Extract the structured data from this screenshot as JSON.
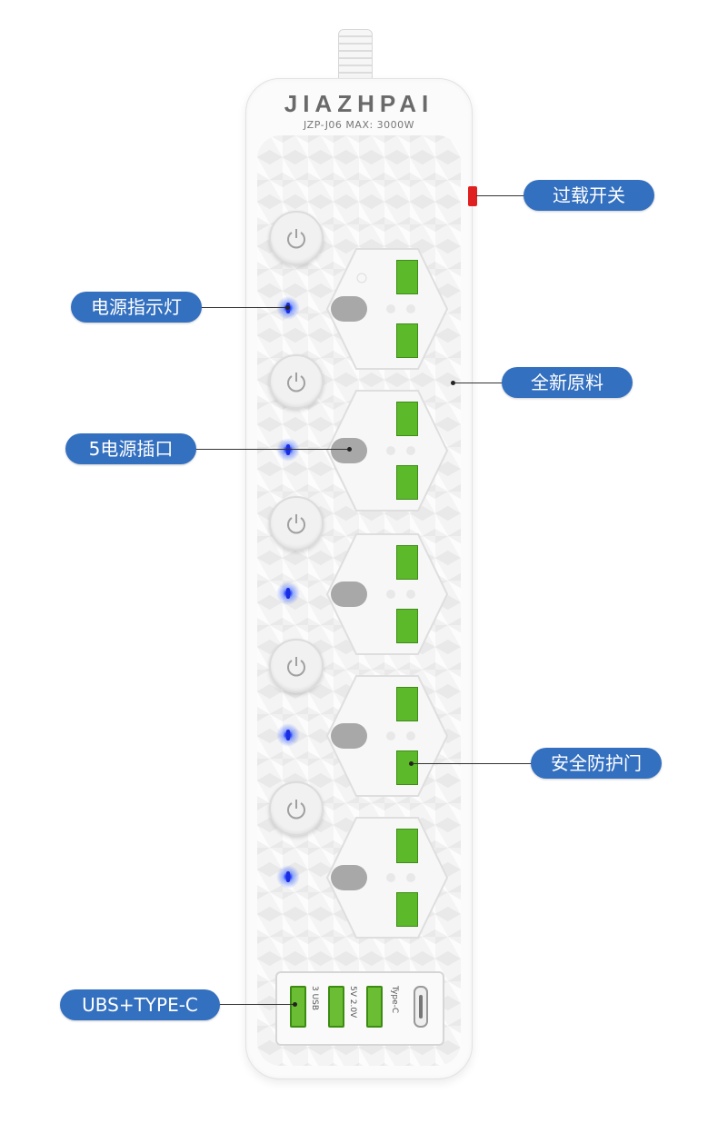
{
  "product": {
    "brand": "JIAZHPAI",
    "model": "JZP-J06  MAX: 3000W"
  },
  "callouts": {
    "overload_switch": "过载开关",
    "power_indicator": "电源指示灯",
    "new_material": "全新原料",
    "five_sockets": "5电源插口",
    "safety_shutter": "安全防护门",
    "usb_typec": "UBS+TYPE-C"
  },
  "usb_panel": {
    "label_count": "3 USB",
    "label_output": "5V 2.0V",
    "label_typec": "Type-C"
  },
  "colors": {
    "callout_bg": "#3470c0",
    "socket_green": "#5bb92a",
    "led_blue": "#1c2ce0",
    "overload_red": "#e02020"
  },
  "icons": [
    "power-icon"
  ]
}
